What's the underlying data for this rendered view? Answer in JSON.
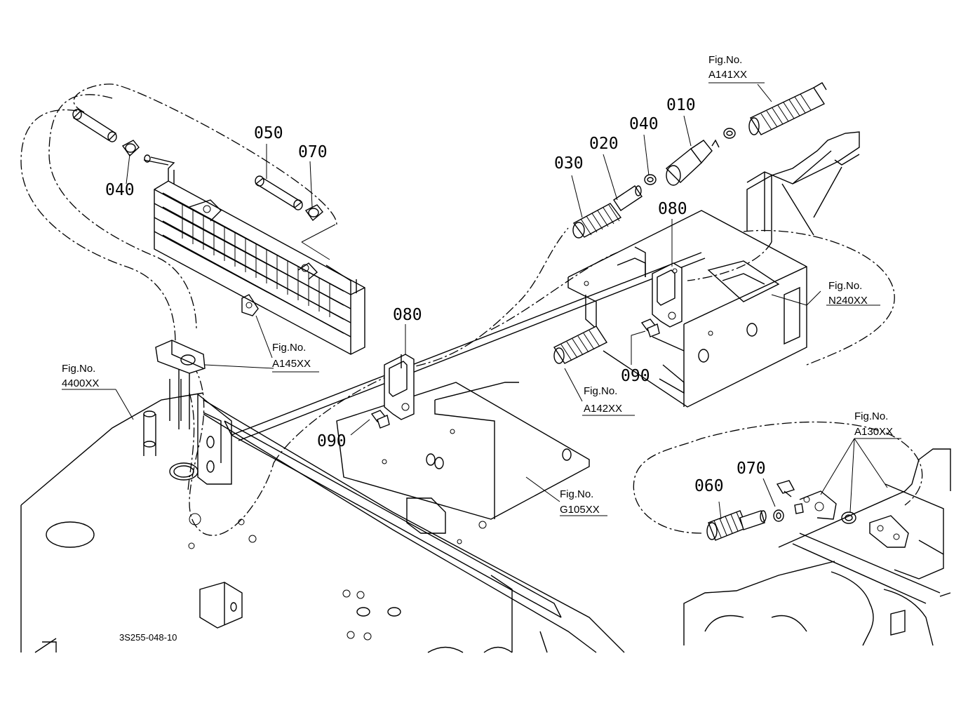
{
  "parts": {
    "p010": "010",
    "p020": "020",
    "p030": "030",
    "p040a": "040",
    "p040b": "040",
    "p050": "050",
    "p060": "060",
    "p070a": "070",
    "p070b": "070",
    "p080a": "080",
    "p080b": "080",
    "p090a": "090",
    "p090b": "090"
  },
  "refs": {
    "prefix": "Fig.No.",
    "a141": "A141XX",
    "n240": "N240XX",
    "a145": "A145XX",
    "f4400": "4400XX",
    "a142": "A142XX",
    "g105": "G105XX",
    "a130": "A130XX"
  },
  "drawing_code": "3S255-048-10"
}
